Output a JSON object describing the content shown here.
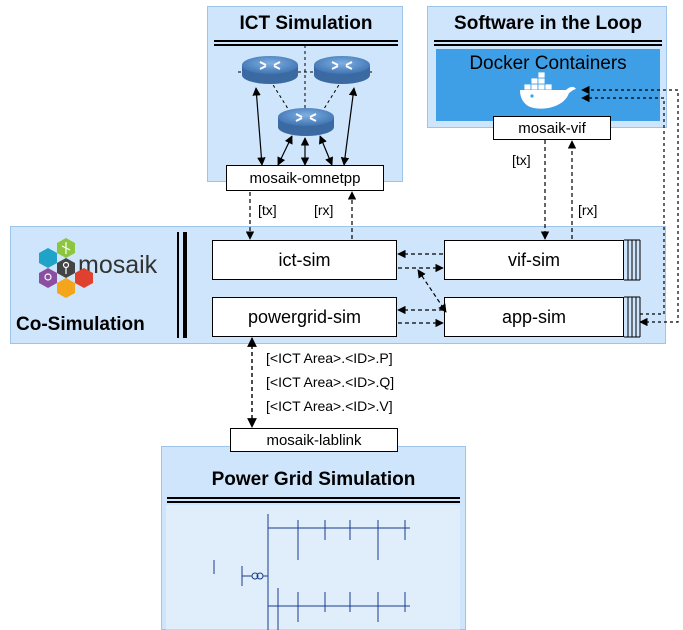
{
  "ict": {
    "title": "ICT Simulation",
    "adapter": "mosaik-omnetpp",
    "tx": "[tx]",
    "rx": "[rx]"
  },
  "sil": {
    "title": "Software in the Loop",
    "subtitle": "Docker Containers",
    "adapter": "mosaik-vif",
    "tx": "[tx]",
    "rx": "[rx]"
  },
  "cosim": {
    "logo_text": "mosaik",
    "title": "Co-Simulation",
    "boxes": {
      "ict_sim": "ict-sim",
      "vif_sim": "vif-sim",
      "powergrid_sim": "powergrid-sim",
      "app_sim": "app-sim"
    }
  },
  "grid_signals": [
    "[<ICT Area>.<ID>.P]",
    "[<ICT Area>.<ID>.Q]",
    "[<ICT Area>.<ID>.V]"
  ],
  "pg": {
    "adapter": "mosaik-lablink",
    "title": "Power Grid Simulation"
  },
  "colors": {
    "panel": "#cfe5fb",
    "docker_blue": "#3e9fe6",
    "router": "#5b8fc9"
  },
  "icons": [
    "router-icon",
    "docker-icon",
    "mosaik-logo",
    "grid-schematic"
  ]
}
